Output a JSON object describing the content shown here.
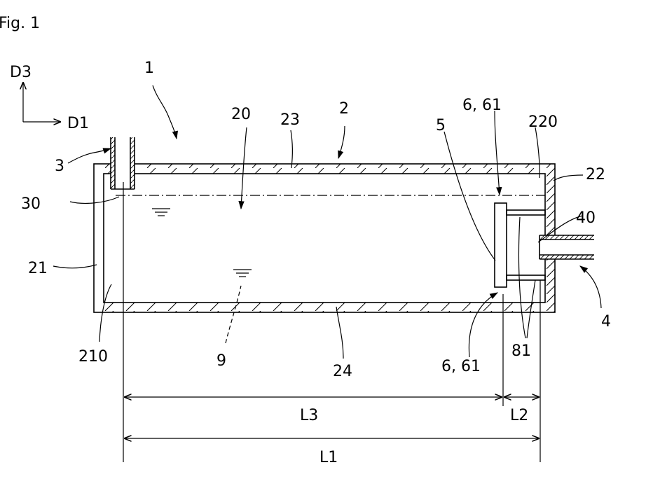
{
  "figure": {
    "caption": "Fig. 1"
  },
  "axes": {
    "vertical": "D3",
    "horizontal": "D1"
  },
  "labels": {
    "device": "1",
    "tank": "2",
    "inlet_pipe": "3",
    "outlet_pipe": "4",
    "plate": "5",
    "gap_top": "6, 61",
    "gap_bottom": "6, 61",
    "liquid": "9",
    "interior": "20",
    "left_wall": "21",
    "right_wall": "22",
    "top_wall": "23",
    "bottom_wall": "24",
    "pipe_opening": "30",
    "outlet_opening": "40",
    "supports": "81",
    "left_inner_surface": "210",
    "right_inner_surface": "220"
  },
  "dimensions": {
    "l1": "L1",
    "l2": "L2",
    "l3": "L3"
  }
}
